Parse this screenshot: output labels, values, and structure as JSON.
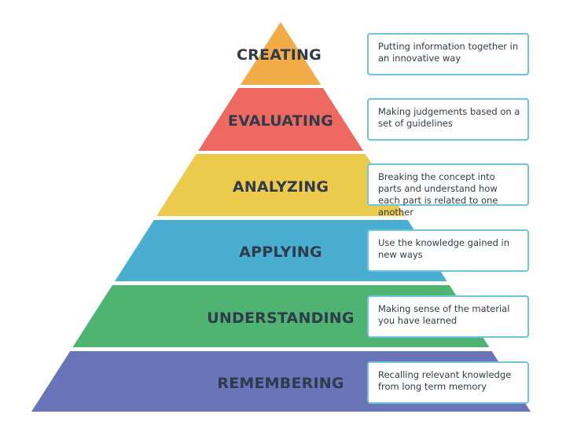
{
  "levels": [
    {
      "name": "CREATING",
      "description": "Putting information together in an innovative way",
      "color": "#f2ac47"
    },
    {
      "name": "EVALUATING",
      "description": "Making judgements based on a set of guidelines",
      "color": "#ee6a60"
    },
    {
      "name": "ANALYZING",
      "description": "Breaking the concept into parts and understand how each part is related to one another",
      "color": "#ecca4b"
    },
    {
      "name": "APPLYING",
      "description": "Use the knowledge gained in new ways",
      "color": "#4aaed0"
    },
    {
      "name": "UNDERSTANDING",
      "description": "Making sense of the material you have learned",
      "color": "#4fb471"
    },
    {
      "name": "REMEMBERING",
      "description": "Recalling relevant knowledge from long term memory",
      "color": "#6a75b9"
    }
  ],
  "colors": {
    "label_text": "#2f3b4a",
    "box_border": "#6fc3dd"
  }
}
